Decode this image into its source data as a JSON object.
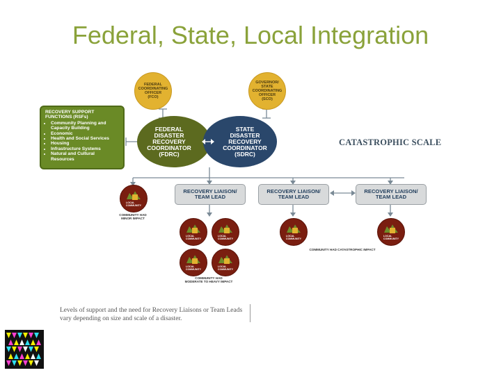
{
  "slide": {
    "title": "Federal, State, Local Integration"
  },
  "diagram": {
    "fco": "FEDERAL\nCOORDINATING\nOFFICER\n(FCO)",
    "sco": "GOVERNOR/\nSTATE\nCOORDINATING\nOFFICER\n(SCO)",
    "fdrc": "FEDERAL\nDISASTER\nRECOVERY\nCOORDINATOR\n(FDRC)",
    "sdrc": "STATE\nDISASTER\nRECOVERY\nCOORDINATOR\n(SDRC)",
    "rsf_heading": "RECOVERY SUPPORT\nFUNCTIONS (RSFs)",
    "rsf_items": [
      "Community Planning and Capacity Building",
      "Economic",
      "Health and Social Services",
      "Housing",
      "Infrastructure Systems",
      "Natural and Cultural Resources"
    ],
    "scale_label": "CATASTROPHIC SCALE",
    "liaison_labels": [
      "RECOVERY LIAISON/\nTEAM LEAD",
      "RECOVERY LIAISON/\nTEAM LEAD",
      "RECOVERY LIAISON/\nTEAM LEAD"
    ],
    "community_label": "LOCAL\nCOMMUNITY",
    "caption_minor": "COMMUNITY HAD\nMINOR IMPACT",
    "caption_moderate": "COMMUNITY HAD\nMODERATE TO HEAVY IMPACT",
    "caption_catastrophic": "COMMUNITY HAD CATASTROPHIC IMPACT",
    "footnote": "Levels of support and the need for Recovery Liaisons or Team Leads vary depending on size and scale of a disaster."
  },
  "colors": {
    "title": "#8aa23a",
    "federal_green": "#5c6a1f",
    "state_blue": "#2a476b",
    "coordinator_gold": "#e2b230",
    "community_red": "#7a1e10"
  }
}
